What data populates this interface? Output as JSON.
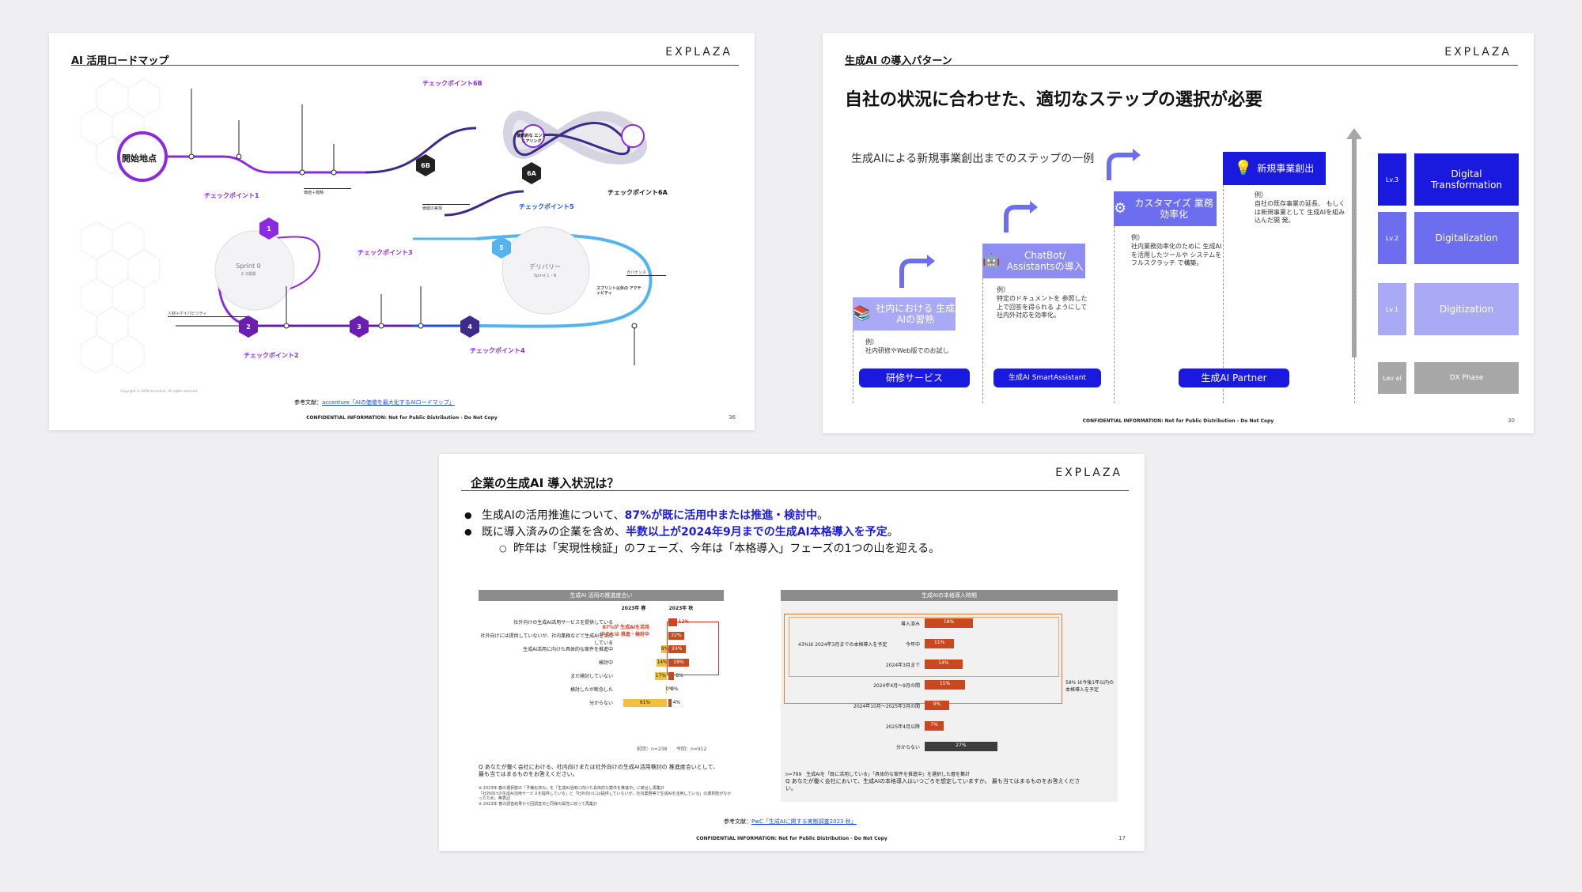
{
  "slide1": {
    "title": "AI 活用ロードマップ",
    "logo": "EXPLAZA",
    "start": "開始地点",
    "sprint0": "Sprint 0",
    "sprint0_sub": "2–3週間",
    "delivery": "デリバリー",
    "delivery_sub": "Sprint 1 - N",
    "checkpoints": [
      {
        "label": "チェックポイント1",
        "num": "1"
      },
      {
        "label": "チェックポイント2",
        "num": "2"
      },
      {
        "label": "チェックポイント3",
        "num": "3"
      },
      {
        "label": "チェックポイント4",
        "num": "4"
      },
      {
        "label": "チェックポイント5",
        "num": "5"
      },
      {
        "label": "チェックポイント6A",
        "num": "6A"
      },
      {
        "label": "チェックポイント6B",
        "num": "6B"
      }
    ],
    "loop_label": "継続的な エンジニアリング",
    "labels": {
      "value": "価値＋戦略",
      "realize": "価値の実現",
      "talent": "人材＋ケイパビリティ",
      "governance": "ガバナンス",
      "sprint_activity": "スプリント以外の アクティビティ"
    },
    "ref_prefix": "参考文献：",
    "ref_link": "accenture「AIの価値を最大化するAIロードマップ」",
    "copyright": "Copyright © 2019 Accenture. All rights reserved.",
    "confidential": "CONFIDENTIAL INFORMATION: Not for Public Distribution - Do Not Copy",
    "page": "36"
  },
  "slide2": {
    "title": "生成AI の導入パターン",
    "logo": "EXPLAZA",
    "headline": "自社の状況に合わせた、適切なステップの選択が必要",
    "sub": "生成AIによる新規事業創出までのステップの一例",
    "steps": [
      {
        "label": "社内における 生成AIの習熟",
        "note": "例）\n社内研修やWeb版でのお試し"
      },
      {
        "label": "ChatBot/ Assistantsの導入",
        "note": "例）\n特定のドキュメントを 参照した上で回答を得られる ようにして社内外対応を効率化。"
      },
      {
        "label": "カスタマイズ 業務効率化",
        "note": "例）\n社内業務効率化のために 生成AIを活用したツールや システムをフルスクラッチ で構築。"
      },
      {
        "label": "新規事業創出",
        "note": "例）\n自社の既存事業の延長、 もしくは新規事業として 生成AIを組み込んだ開 発。"
      }
    ],
    "services": [
      "研修サービス",
      "生成AI SmartAssistant",
      "生成AI Partner"
    ],
    "levels": [
      "Lv.3",
      "Lv.2",
      "Lv.1",
      "Lev el"
    ],
    "phases": [
      "Digital Transformation",
      "Digitalization",
      "Digitization",
      "DX Phase"
    ],
    "confidential": "CONFIDENTIAL INFORMATION: Not for Public Distribution - Do Not Copy",
    "page": "30",
    "colors": {
      "dark": "#1a1adf",
      "mid": "#6d6df0",
      "light": "#a9a9f5",
      "grey": "#a7a7a7"
    }
  },
  "slide3": {
    "title": "企業の生成AI 導入状況は？",
    "logo": "EXPLAZA",
    "bullet1_pre": "生成AIの活用推進について、",
    "bullet1_hl": "87%が既に活用中または推進・検討中",
    "bullet1_post": "。",
    "bullet2_pre": "既に導入済みの企業を含め、",
    "bullet2_hl": "半数以上が2024年9月までの生成AI本格導入を予定",
    "bullet2_post": "。",
    "bullet3": "昨年は「実現性検証」のフェーズ、今年は「本格導入」フェーズの1つの山を迎える。",
    "ref_prefix": "参考文献：",
    "ref_link": "PwC「生成AIに関する実態調査2023 秋」",
    "confidential": "CONFIDENTIAL INFORMATION: Not for Public Distribution - Do Not Copy",
    "page": "17",
    "note_q1": "Q あなたが働く会社における、社内向けまたは社外向けの生成AI活用検討の 推進度合いとして、最も当てはまるものをお答えください。",
    "note_q2": "Q あなたが働く会社において、生成AIの本格導入はいつごろを想定していますか。 最も当てはまるものをお答えください。",
    "note_n": "n=799　生成AIを「既に活用している」「具体的な案件を推進中」を選択した層を集計",
    "note_footnote": "※ 2023年 春の選択肢の「予備化済み」を「生成AI活用に向けた具体的な案件を推進中」に統合し再集計\n「社外向けの生成AI活用サービスを提供している」と「社外向けには提供していないが、社内業務等で生成AIを活用している」の選択肢がなかったため、無表記\n※ 2023年 春の調査結果から回調査日と同様の属性に絞って再集計"
  },
  "chart_data": [
    {
      "type": "bar",
      "title": "生成AI 活用の推進度合い",
      "categories": [
        "社外向けの生成AI活用サービスを提供している",
        "社外向けには提供していないが、社内業務などで生成AIを活用している",
        "生成AI活用に向けた具体的な案件を推進中",
        "検討中",
        "まだ検討していない",
        "検討したが断念した",
        "分からない"
      ],
      "series": [
        {
          "name": "2023年 春",
          "values": [
            null,
            null,
            8,
            14,
            17,
            0,
            61
          ]
        },
        {
          "name": "2023年 秋",
          "values": [
            12,
            22,
            24,
            29,
            8,
            0,
            4
          ]
        }
      ],
      "annotation": "87%が 生成AIを活用中または 推進・検討中",
      "sample": [
        "前回：n=238",
        "今回：n=912"
      ]
    },
    {
      "type": "bar",
      "title": "生成AIの本格導入時期",
      "categories": [
        "導入済み",
        "今年中",
        "2024年3月まで",
        "2024年4月〜9月の間",
        "2024年10月〜2025年3月の間",
        "2025年4月以降",
        "分からない"
      ],
      "values": [
        18,
        11,
        14,
        15,
        9,
        7,
        27
      ],
      "annotations": [
        "43%は 2024年3月までの本格導入を予定",
        "58% は今後1年以内の 本格導入を予定"
      ]
    }
  ]
}
